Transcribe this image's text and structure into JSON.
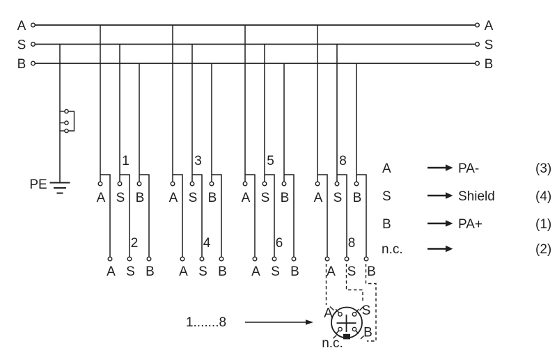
{
  "bus": {
    "left_labels": [
      "A",
      "S",
      "B"
    ],
    "right_labels": [
      "A",
      "S",
      "B"
    ]
  },
  "pe": {
    "label": "PE"
  },
  "groups": [
    {
      "top_number": "1",
      "bottom_number": "2",
      "top": [
        "A",
        "S",
        "B"
      ],
      "bottom": [
        "A",
        "S",
        "B"
      ]
    },
    {
      "top_number": "3",
      "bottom_number": "4",
      "top": [
        "A",
        "S",
        "B"
      ],
      "bottom": [
        "A",
        "S",
        "B"
      ]
    },
    {
      "top_number": "5",
      "bottom_number": "6",
      "top": [
        "A",
        "S",
        "B"
      ],
      "bottom": [
        "A",
        "S",
        "B"
      ]
    },
    {
      "top_number": "8",
      "bottom_number": "8",
      "top": [
        "A",
        "S",
        "B"
      ],
      "bottom": [
        "A",
        "S",
        "B"
      ]
    }
  ],
  "legend": {
    "rows": [
      {
        "signal": "A",
        "target": "PA-",
        "pin": "(3)"
      },
      {
        "signal": "S",
        "target": "Shield",
        "pin": "(4)"
      },
      {
        "signal": "B",
        "target": "PA+",
        "pin": "(1)"
      },
      {
        "signal": "n.c.",
        "target": "",
        "pin": "(2)"
      }
    ]
  },
  "footer": {
    "range_label": "1.......8"
  },
  "connector": {
    "pin_labels": {
      "a": "A",
      "s": "S",
      "b": "B",
      "nc": "n.c."
    }
  },
  "colors": {
    "line": "#1f1f1f",
    "background": "#ffffff"
  }
}
